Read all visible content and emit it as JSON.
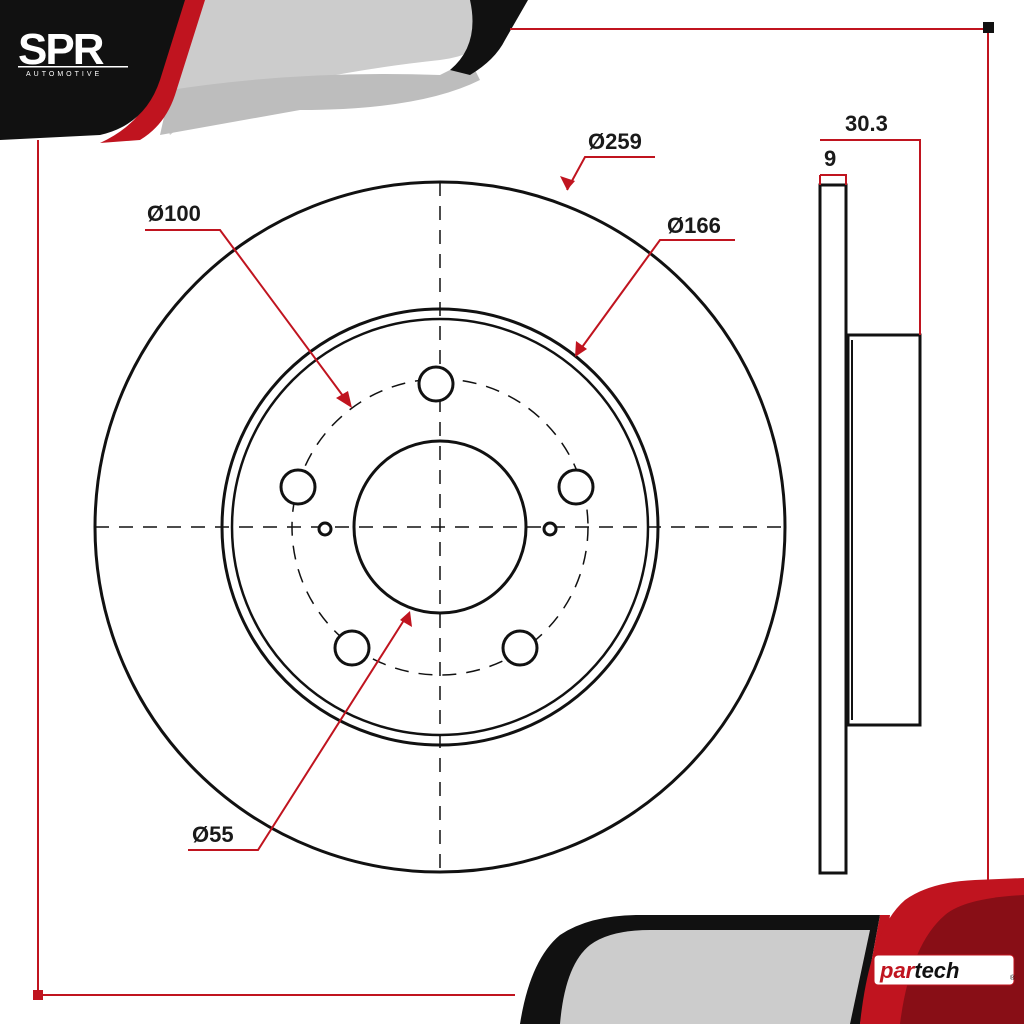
{
  "brand": {
    "logo_main": "SPR",
    "logo_sub": "AUTOMOTIVE",
    "partner_logo_part1": "par",
    "partner_logo_part2": "tech",
    "partner_logo_mark": "®"
  },
  "dimensions": {
    "outer_diameter": "Ø259",
    "bolt_circle": "Ø100",
    "hat_diameter": "Ø166",
    "center_bore": "Ø55",
    "total_height": "30.3",
    "disc_thickness": "9"
  },
  "colors": {
    "accent_red": "#c0141f",
    "dark": "#111111",
    "gray": "#c8c8c8"
  }
}
